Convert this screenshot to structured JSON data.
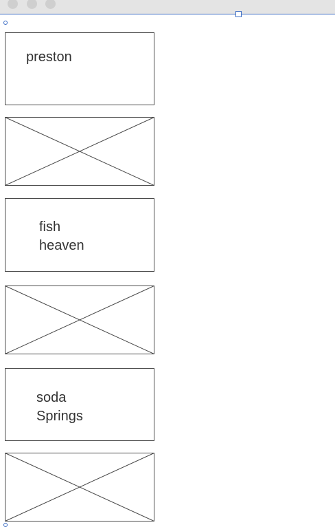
{
  "window": {
    "controls": [
      "close-dot",
      "minimize-dot",
      "zoom-dot"
    ]
  },
  "canvas": {
    "cards": [
      {
        "line1": "preston",
        "line2": ""
      },
      {
        "line1": "fish",
        "line2": "heaven"
      },
      {
        "line1": "soda",
        "line2": "Springs"
      }
    ],
    "placeholders": [
      "image-placeholder",
      "image-placeholder",
      "image-placeholder"
    ]
  },
  "colors": {
    "stroke": "#4a4a4a",
    "selection": "#3b6cc4",
    "titlebar": "#e4e4e4"
  }
}
